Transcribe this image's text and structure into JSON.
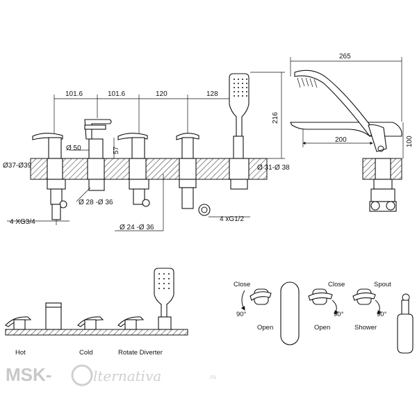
{
  "dimensions": {
    "spacing_1": "101.6",
    "spacing_2": "101.6",
    "spacing_3": "120",
    "spacing_4": "128",
    "height_216": "216",
    "width_265": "265",
    "depth_200": "200",
    "height_100": "100",
    "spout_dia": "Ø 50",
    "height_57": "57",
    "hole_dia_left": "Ø37-Ø39",
    "hole_dia_spout": "Ø 28 -Ø 36",
    "hole_dia_valve": "Ø 24 -Ø 36",
    "hole_dia_right": "Ø 31-Ø 38",
    "thread_left": "4 XG3/4",
    "thread_right": "4 xG1/2"
  },
  "labels": {
    "hot": "Hot",
    "cold": "Cold",
    "rotate_diverter": "Rotate Diverter"
  },
  "handle_diagrams": {
    "close_1": "Close",
    "angle_1": "90°",
    "open_1": "Open",
    "close_2": "Close",
    "angle_2": "90°",
    "open_2": "Open",
    "spout": "Spout",
    "angle_3": "90°",
    "shower": "Shower"
  },
  "watermark": {
    "prefix": "MSK-",
    "script": "lternativa",
    "suffix": ".ru"
  }
}
